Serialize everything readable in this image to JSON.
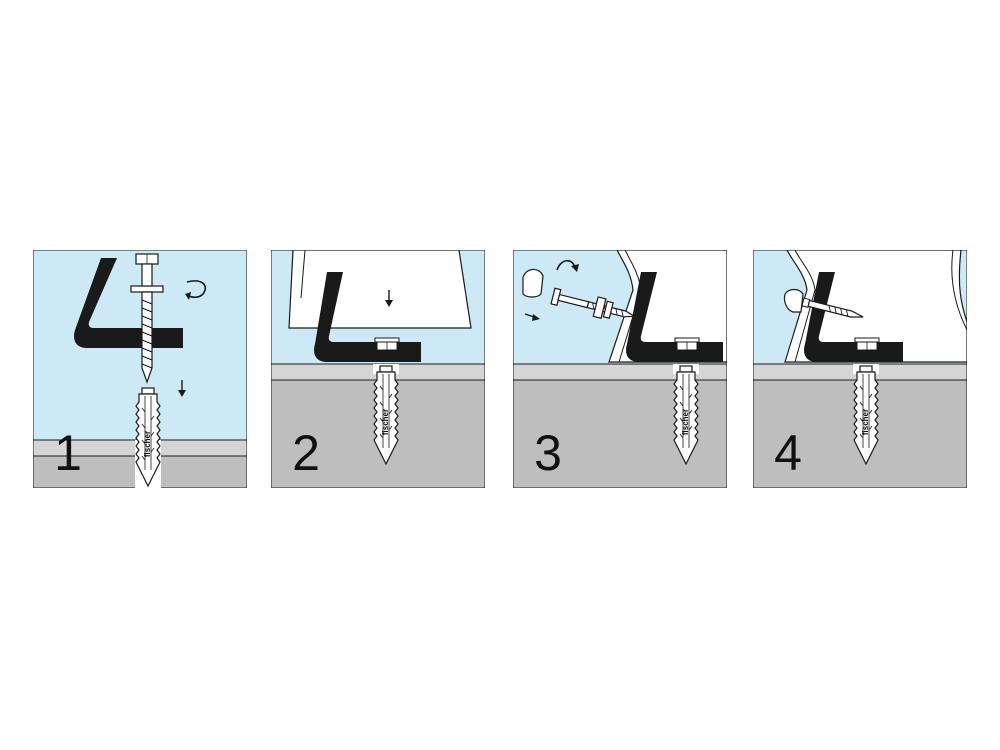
{
  "colors": {
    "wall_light_blue": "#cde9f5",
    "concrete_gray": "#bebebe",
    "floor_layer_gray": "#d5d5d5",
    "outline": "#1a1a1a",
    "bracket_black": "#1a1a1a",
    "plug_white": "#ffffff",
    "background": "#ffffff"
  },
  "steps": [
    {
      "number": "1",
      "brand": "fischer",
      "icons": [
        "bracket-icon",
        "screw-icon",
        "wall-plug-icon",
        "rotate-arrow-icon",
        "down-arrow-icon"
      ]
    },
    {
      "number": "2",
      "brand": "fischer",
      "icons": [
        "bracket-icon",
        "hex-bolt-icon",
        "wall-plug-icon",
        "down-arrow-icon",
        "furniture-icon"
      ]
    },
    {
      "number": "3",
      "brand": "fischer",
      "icons": [
        "bracket-icon",
        "hex-bolt-icon",
        "wall-plug-icon",
        "cap-icon",
        "screw-icon",
        "rotate-arrow-icon",
        "insert-arrow-icon",
        "furniture-icon"
      ]
    },
    {
      "number": "4",
      "brand": "fischer",
      "icons": [
        "bracket-icon",
        "hex-bolt-icon",
        "wall-plug-icon",
        "cap-icon",
        "screw-icon",
        "furniture-icon"
      ]
    }
  ]
}
